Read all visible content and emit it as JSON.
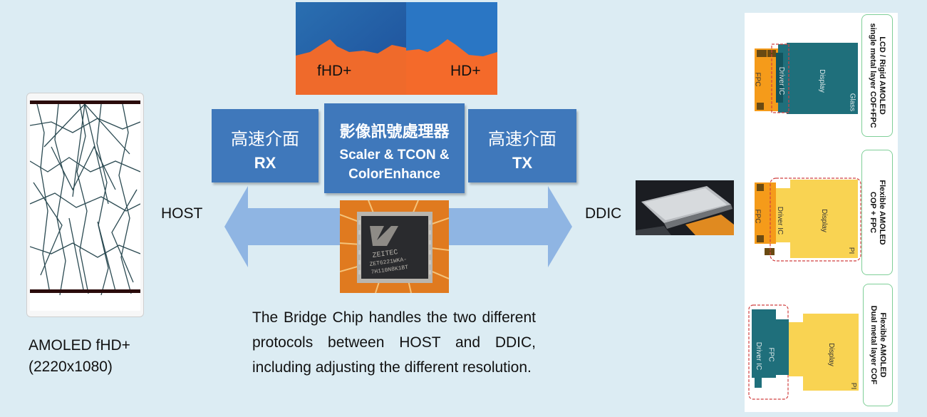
{
  "phone": {
    "caption_line1": "AMOLED fHD+",
    "caption_line2": "(2220x1080)"
  },
  "resolution_compare": {
    "left_label": "fHD+",
    "right_label": "HD+"
  },
  "boxes": {
    "rx": {
      "cjk": "高速介面",
      "latin": "RX"
    },
    "scaler": {
      "cjk": "影像訊號處理器",
      "line1": "Scaler & TCON &",
      "line2": "ColorEnhance"
    },
    "tx": {
      "cjk": "高速介面",
      "latin": "TX"
    }
  },
  "host_label": "HOST",
  "ddic_label": "DDIC",
  "chip": {
    "brand": "ZEITEC",
    "line1": "ZET6221WKA-",
    "line2": "7H110N8K1BT"
  },
  "description": "The Bridge Chip handles the two different protocols between HOST and DDIC, including adjusting the different resolution.",
  "structures": [
    {
      "title_line1": "LCD / Rigid AMOLED",
      "title_line2": "single metal layer COF+FPC",
      "fpc": "FPC",
      "driver": "Driver IC",
      "display": "Display",
      "substrate": "Glass"
    },
    {
      "title_line1": "Flexible AMOLED",
      "title_line2": "COP + FPC",
      "fpc": "FPC",
      "driver": "Driver IC",
      "display": "Display",
      "substrate": "PI"
    },
    {
      "title_line1": "Flexible AMOLED",
      "title_line2": "Dual metal layer COF",
      "fpc": "FPC",
      "driver": "Driver IC",
      "display": "Display",
      "substrate": "PI"
    }
  ],
  "colors": {
    "box_blue": "#3f78bb",
    "arrow_blue": "#8fb5e3",
    "background": "#dcecf3",
    "display_yellow": "#f9d352",
    "display_teal": "#1f6f7b",
    "fpc_orange": "#f59b1a"
  }
}
